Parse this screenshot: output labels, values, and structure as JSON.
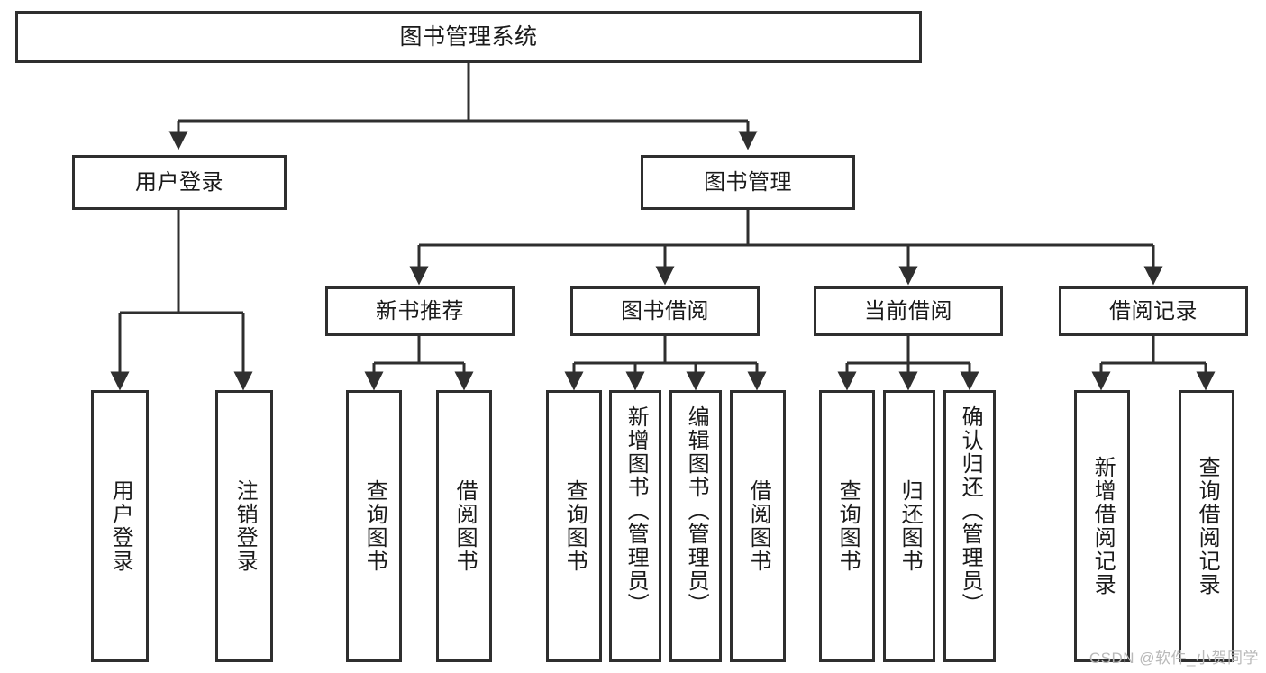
{
  "diagram": {
    "type": "tree-hierarchy",
    "title": "图书管理系统",
    "watermark": "CSDN @软件_小贺同学",
    "colors": {
      "border": "#2f2f2f",
      "background": "#ffffff",
      "text": "#1a1a1a",
      "watermark": "#b9b9b9"
    },
    "root": {
      "id": "root",
      "label": "图书管理系统"
    },
    "level1": [
      {
        "id": "user-login",
        "label": "用户登录"
      },
      {
        "id": "book-management",
        "label": "图书管理"
      }
    ],
    "level2": [
      {
        "id": "new-book-recommend",
        "label": "新书推荐",
        "parent": "book-management"
      },
      {
        "id": "book-borrow",
        "label": "图书借阅",
        "parent": "book-management"
      },
      {
        "id": "current-borrow",
        "label": "当前借阅",
        "parent": "book-management"
      },
      {
        "id": "borrow-record",
        "label": "借阅记录",
        "parent": "book-management"
      }
    ],
    "leaves": [
      {
        "id": "leaf-user-login",
        "label": "用户登录",
        "parent": "user-login"
      },
      {
        "id": "leaf-user-logout",
        "label": "注销登录",
        "parent": "user-login"
      },
      {
        "id": "leaf-query-book-1",
        "label": "查询图书",
        "parent": "new-book-recommend"
      },
      {
        "id": "leaf-borrow-book-1",
        "label": "借阅图书",
        "parent": "new-book-recommend"
      },
      {
        "id": "leaf-query-book-2",
        "label": "查询图书",
        "parent": "book-borrow"
      },
      {
        "id": "leaf-add-book",
        "label": "新增图书（管理员）",
        "parent": "book-borrow"
      },
      {
        "id": "leaf-edit-book",
        "label": "编辑图书（管理员）",
        "parent": "book-borrow"
      },
      {
        "id": "leaf-borrow-book-2",
        "label": "借阅图书",
        "parent": "book-borrow"
      },
      {
        "id": "leaf-query-book-3",
        "label": "查询图书",
        "parent": "current-borrow"
      },
      {
        "id": "leaf-return-book",
        "label": "归还图书",
        "parent": "current-borrow"
      },
      {
        "id": "leaf-confirm-return",
        "label": "确认归还（管理员）",
        "parent": "current-borrow"
      },
      {
        "id": "leaf-add-record",
        "label": "新增借阅记录",
        "parent": "borrow-record"
      },
      {
        "id": "leaf-query-record",
        "label": "查询借阅记录",
        "parent": "borrow-record"
      }
    ]
  }
}
